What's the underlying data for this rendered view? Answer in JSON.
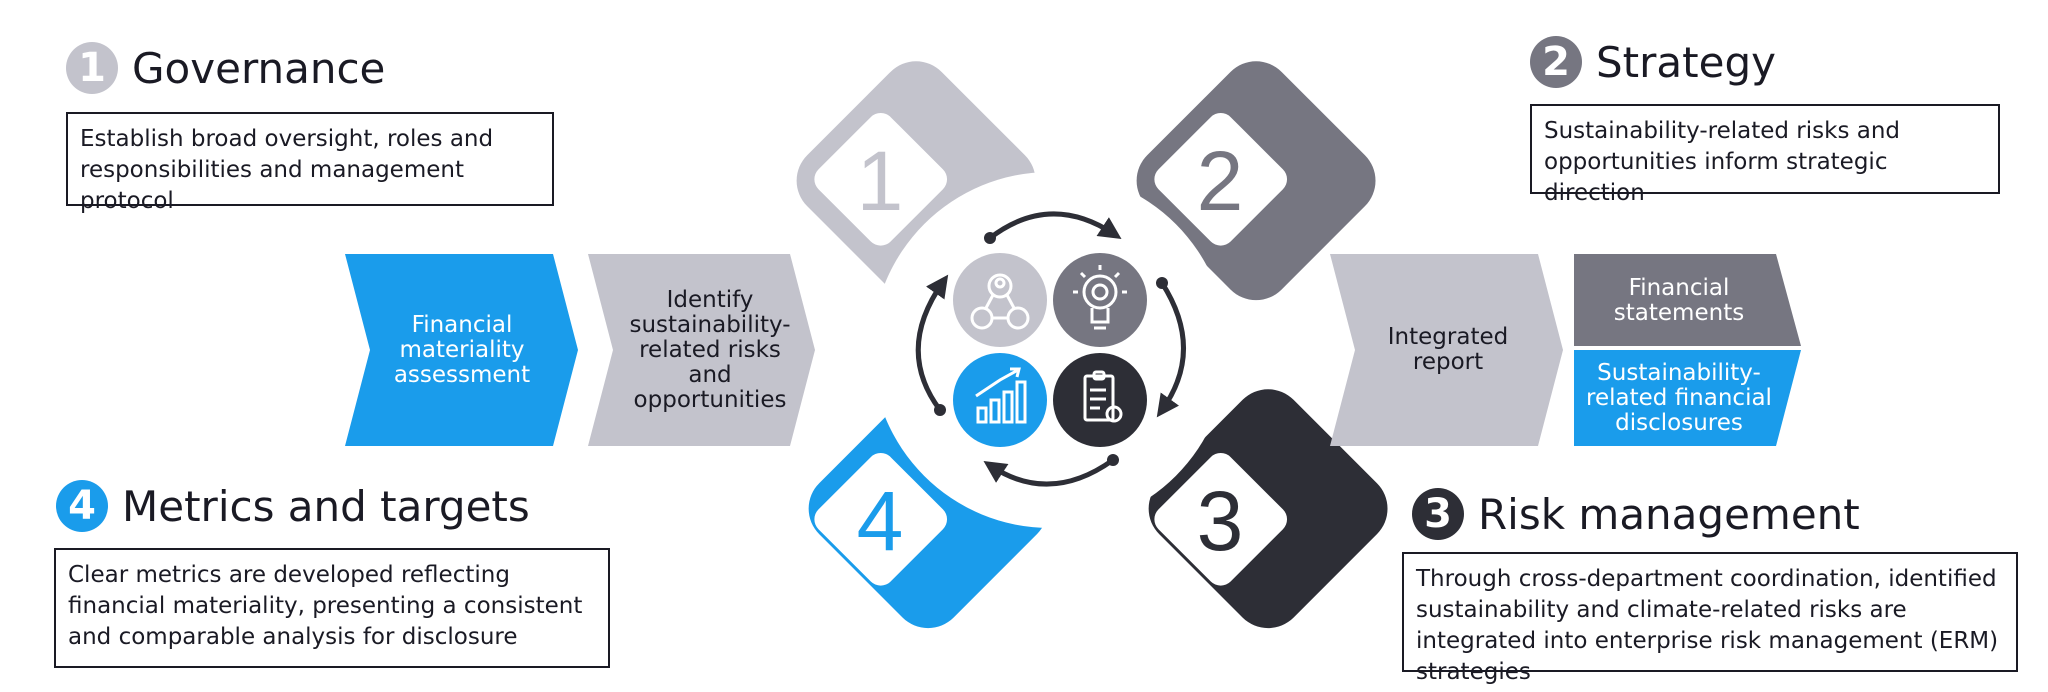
{
  "pillars": [
    {
      "number": "1",
      "title": "Governance",
      "description": "Establish broad oversight, roles and responsibilities and management protocol"
    },
    {
      "number": "2",
      "title": "Strategy",
      "description": "Sustainability-related risks and opportunities inform strategic direction"
    },
    {
      "number": "3",
      "title": "Risk management",
      "description": "Through cross-department coordination, identified sustainability and climate-related risks are integrated into enterprise risk management (ERM) strategies"
    },
    {
      "number": "4",
      "title": "Metrics and targets",
      "description": "Clear metrics are developed reflecting financial materiality, presenting a consistent and comparable analysis for disclosure"
    }
  ],
  "process_left": [
    {
      "label": "Financial materiality assessment"
    },
    {
      "label": "Identify sustainability-related risks and opportunities"
    }
  ],
  "process_right": {
    "integrated_report": "Integrated report",
    "financial_statements": "Financial statements",
    "disclosures": "Sustainability-related financial disclosures"
  },
  "center_icons": [
    "people-network-icon",
    "lightbulb-gear-icon",
    "checklist-gear-icon",
    "growth-chart-icon"
  ],
  "colors": {
    "light_grey": "#c3c3cc",
    "mid_grey": "#767681",
    "dark": "#2d2e36",
    "blue": "#1a9ceb",
    "text": "#1a1a24"
  }
}
